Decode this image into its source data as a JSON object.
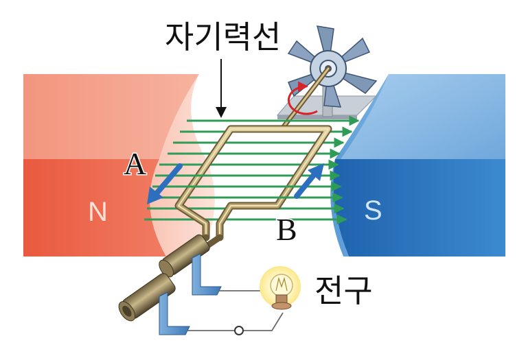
{
  "labels": {
    "field_lines": "자기력선",
    "north_pole": "N",
    "south_pole": "S",
    "point_a": "A",
    "point_b": "B",
    "bulb": "전구"
  },
  "icons": {
    "crank": "windmill-turbine-icon",
    "rotation": "rotation-arrow-icon",
    "bulb": "light-bulb-icon"
  },
  "colors": {
    "north_magnet": "#ef6f55",
    "south_magnet": "#2f78c2",
    "field_line": "#2e9b57",
    "coil": "#c9b57a",
    "rotation_arrow": "#d8232a",
    "current_arrow": "#2c6fbe"
  }
}
